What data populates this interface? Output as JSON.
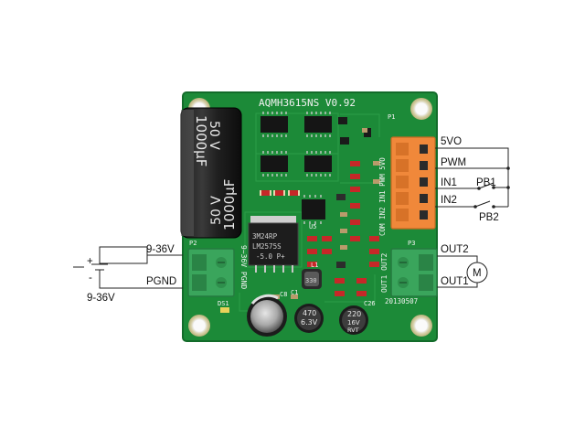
{
  "board": {
    "title": "AQMH3615NS V0.92",
    "date_code": "20130507",
    "colors": {
      "pcb": "#1c8a38",
      "connector_green": "#3aa55c",
      "connector_orange": "#f0883a"
    }
  },
  "silkscreen": {
    "p2_label": "P2",
    "p3_label": "P3",
    "p1_label": "P1",
    "power_input_label": "9~36V PGND",
    "output_label": "OUT1 OUT2",
    "input_header_label": "COM IN2 IN1 PWM 5VO",
    "ds1_label": "DS1",
    "c8_label": "C8",
    "c1_label": "C1",
    "c26_label": "C26",
    "u5_label": "U5",
    "l1_label": "L1"
  },
  "components": {
    "big_cap": {
      "line1": "1000μF",
      "line2": "50 V"
    },
    "regulator": {
      "brand": "3M24RP",
      "model": "LM2575S",
      "line3": "-5.0 P+"
    },
    "cap_470": {
      "line1": "470",
      "line2": "6.3V"
    },
    "cap_220": {
      "line1": "220",
      "line2": "16V",
      "line3": "RVT"
    },
    "inductor": {
      "text": "330"
    }
  },
  "wiring": {
    "left": {
      "vin_terminal": "9-36V",
      "gnd_terminal": "PGND",
      "supply_label": "9-36V",
      "battery_plus": "+",
      "battery_minus": "-"
    },
    "right": {
      "vo": "5VO",
      "pwm": "PWM",
      "in1": "IN1",
      "in2": "IN2",
      "pb1": "PB1",
      "pb2": "PB2",
      "out2": "OUT2",
      "out1": "OUT1",
      "motor": "M"
    }
  }
}
